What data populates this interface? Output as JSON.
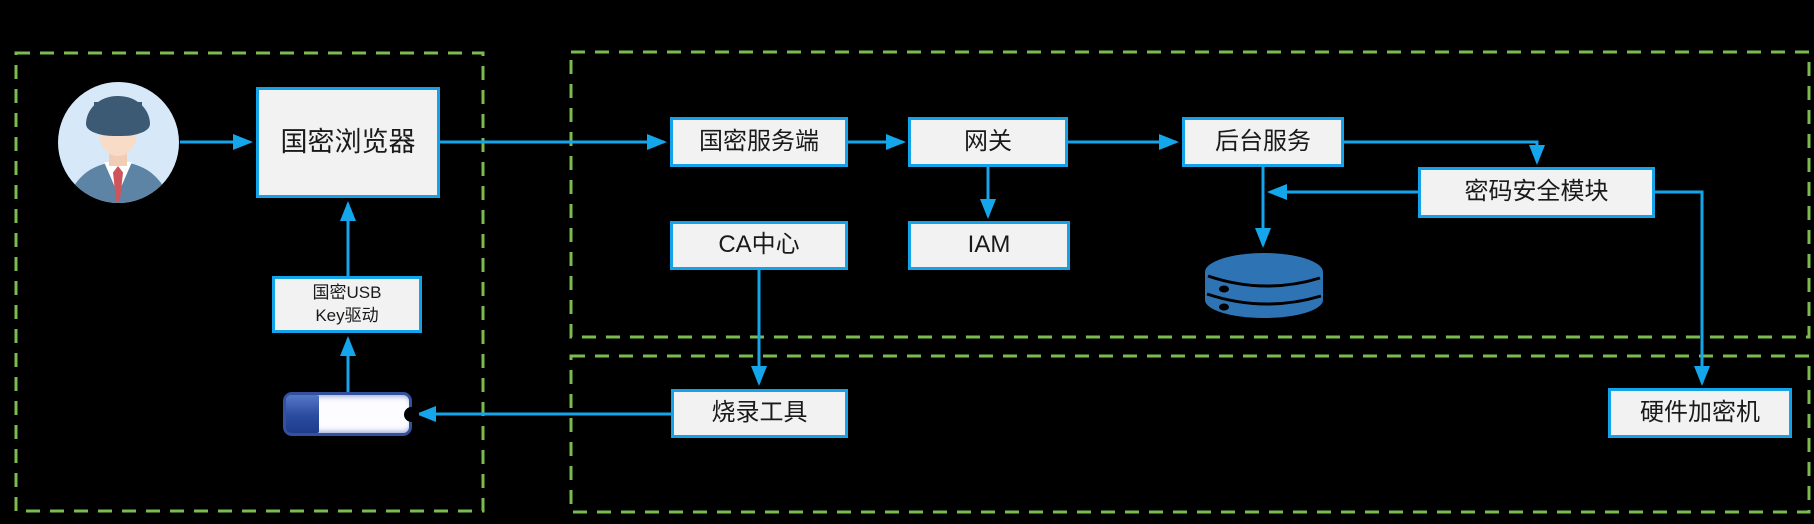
{
  "colors": {
    "background": "#000000",
    "accent_blue": "#14A5EA",
    "dashed_green": "#7CBB4E",
    "node_fill": "#F2F2F2",
    "node_border": "#14A3E8",
    "text_color": "#1A1A1A",
    "database_blue": "#2E74B5",
    "usb_navy": "#33519F"
  },
  "nodes": {
    "browser": {
      "label": "国密浏览器"
    },
    "usb_key_driver": {
      "label_line1": "国密USB",
      "label_line2": "Key驱动"
    },
    "server": {
      "label": "国密服务端"
    },
    "gateway": {
      "label": "网关"
    },
    "backend": {
      "label": "后台服务"
    },
    "security_module": {
      "label": "密码安全模块"
    },
    "ca": {
      "label": "CA中心"
    },
    "iam": {
      "label": "IAM"
    },
    "burn_tool": {
      "label": "烧录工具"
    },
    "hsm": {
      "label": "硬件加密机"
    }
  },
  "icons": {
    "user_avatar": "user-avatar-icon",
    "usb_key": "usb-key-icon",
    "database": "database-icon"
  },
  "edges": [
    {
      "from": "user_avatar",
      "to": "browser"
    },
    {
      "from": "browser",
      "to": "server"
    },
    {
      "from": "server",
      "to": "gateway"
    },
    {
      "from": "gateway",
      "to": "backend"
    },
    {
      "from": "gateway",
      "to": "iam"
    },
    {
      "from": "backend",
      "to": "security_module"
    },
    {
      "from": "security_module",
      "to": "backend"
    },
    {
      "from": "backend",
      "to": "database"
    },
    {
      "from": "security_module",
      "to": "hsm"
    },
    {
      "from": "ca",
      "to": "burn_tool"
    },
    {
      "from": "burn_tool",
      "to": "usb_key"
    },
    {
      "from": "usb_key",
      "to": "usb_key_driver"
    },
    {
      "from": "usb_key_driver",
      "to": "browser"
    }
  ]
}
